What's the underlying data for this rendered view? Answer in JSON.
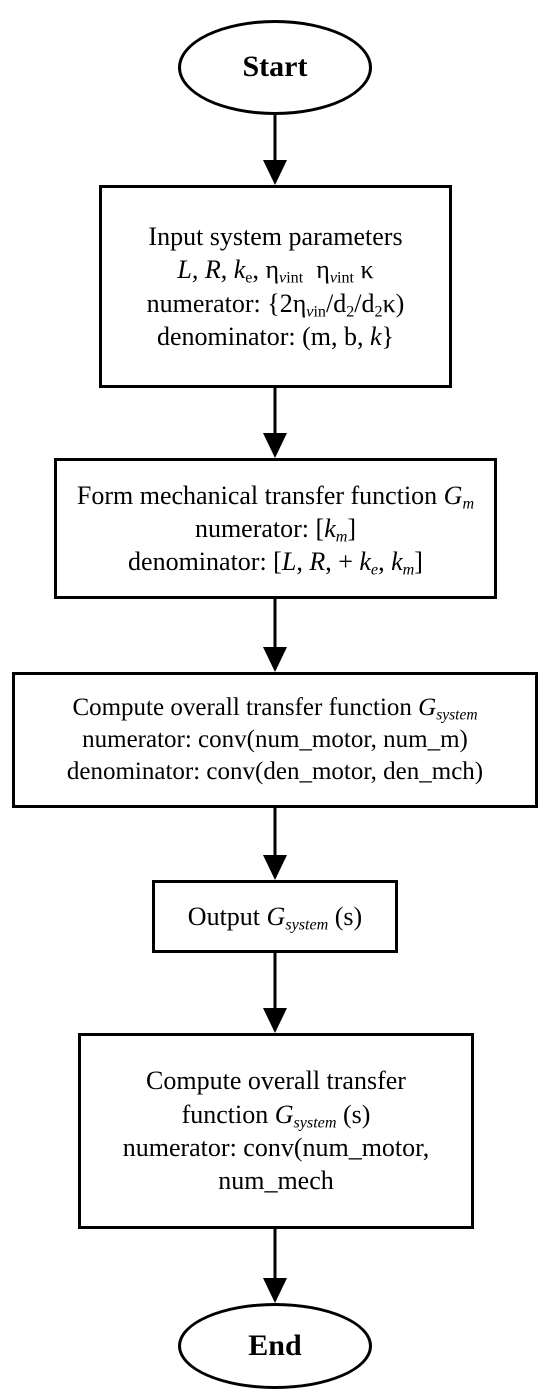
{
  "nodes": {
    "start": {
      "label": "Start"
    },
    "input_params": {
      "title": "Input system parameters",
      "params": {
        "L": "L",
        "c1": ", ",
        "R": "R",
        "c2": ", ",
        "k": "k",
        "k_sub": "e",
        "c3": ", ",
        "eta1": "η",
        "eta1_sub_v": "v",
        "eta1_sub_int": "int",
        "sp": "  ",
        "eta2": "η",
        "eta2_sub_v": "v",
        "eta2_sub_int": "int",
        "sp2": " ",
        "kappa": "κ"
      },
      "numerator": {
        "prefix": "numerator: {2η",
        "sub_v": "v",
        "sub_in": "in",
        "mid": "/d",
        "sub2a": "2",
        "mid2": "/d",
        "sub2b": "2",
        "suffix": "κ)"
      },
      "denominator": {
        "prefix": "denominator: (m, b, ",
        "k": "k",
        "suffix": "}"
      }
    },
    "mech_tf": {
      "title_prefix": "Form mechanical transfer function ",
      "G": "G",
      "G_sub": "m",
      "numerator": {
        "prefix": "numerator: [",
        "k": "k",
        "k_sub": "m",
        "suffix": "]"
      },
      "denominator": {
        "prefix": "denominator: [",
        "L": "L",
        "c1": ", ",
        "R": "R",
        "c2": ", + ",
        "ke": "k",
        "ke_sub": "e",
        "c3": ", ",
        "km": "k",
        "km_sub": "m",
        "suffix": "]"
      }
    },
    "overall_tf": {
      "title_prefix": "Compute overall transfer function ",
      "G": "G",
      "G_sub": "system",
      "numerator": "numerator: conv(num_motor, num_m)",
      "denominator": "denominator: conv(den_motor, den_mch)"
    },
    "output": {
      "prefix": "Output ",
      "G": "G",
      "G_sub": "system",
      "suffix": " (s)"
    },
    "overall_tf2": {
      "line1": "Compute overall transfer",
      "line2_prefix": "function ",
      "G": "G",
      "G_sub": "system",
      "line2_suffix": " (s)",
      "line3": "numerator: conv(num_motor,",
      "line4": "num_mech"
    },
    "end": {
      "label": "End"
    }
  }
}
